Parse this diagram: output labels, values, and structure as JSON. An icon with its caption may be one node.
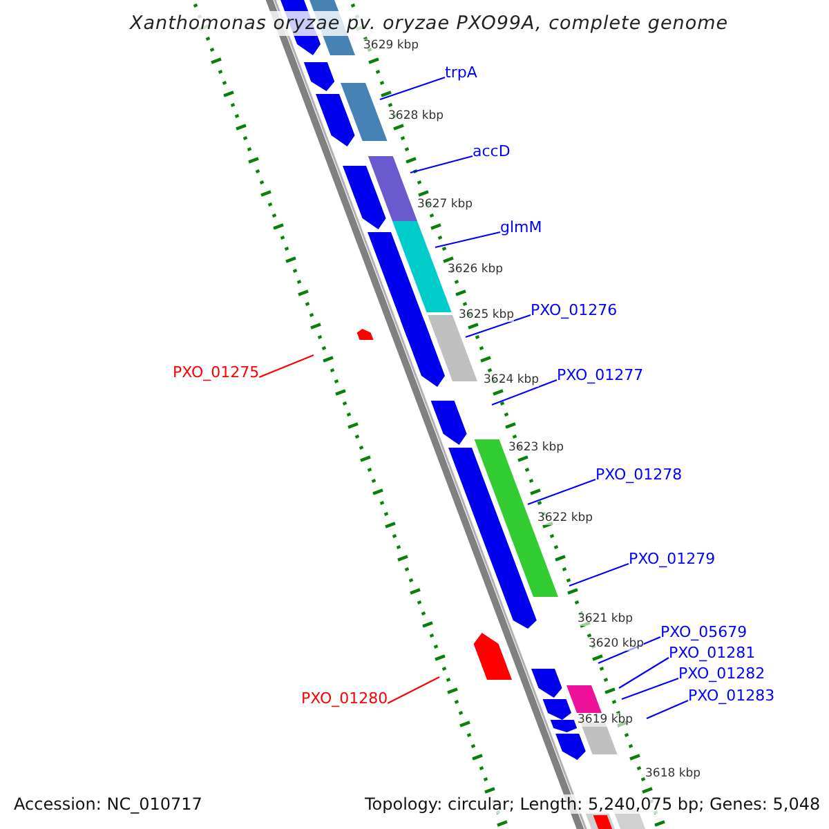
{
  "diagram": {
    "title": "Xanthomonas oryzae pv. oryzae PXO99A, complete genome",
    "nodes": [
      {
        "text": [
          "trpA"
        ]
      },
      {
        "text": [
          "accD"
        ]
      },
      {
        "text": [
          "glmM"
        ]
      },
      {
        "text": [
          "PXO_01276"
        ]
      },
      {
        "text": [
          "PXO_01275"
        ]
      },
      {
        "text": [
          "PXO_01277"
        ]
      },
      {
        "text": [
          "PXO_01278"
        ]
      },
      {
        "text": [
          "PXO_01279"
        ]
      },
      {
        "text": [
          "PXO_05679"
        ]
      },
      {
        "text": [
          "PXO_01281"
        ]
      },
      {
        "text": [
          "PXO_01282"
        ]
      },
      {
        "text": [
          "PXO_01283"
        ]
      },
      {
        "text": [
          "PXO_01280"
        ]
      }
    ],
    "edges": [
      {
        "from": 0,
        "to": null,
        "arrow": "none"
      },
      {
        "from": 1,
        "to": null,
        "arrow": "none"
      },
      {
        "from": 2,
        "to": null,
        "arrow": "none"
      },
      {
        "from": 3,
        "to": null,
        "arrow": "none"
      },
      {
        "from": 4,
        "to": null,
        "arrow": "none",
        "color": "#ff0000"
      },
      {
        "from": 5,
        "to": null,
        "arrow": "none"
      },
      {
        "from": 6,
        "to": null,
        "arrow": "none"
      },
      {
        "from": 7,
        "to": null,
        "arrow": "none"
      },
      {
        "from": 8,
        "to": null,
        "arrow": "none"
      },
      {
        "from": 9,
        "to": null,
        "arrow": "none"
      },
      {
        "from": 10,
        "to": null,
        "arrow": "none"
      },
      {
        "from": 11,
        "to": null,
        "arrow": "none"
      },
      {
        "from": 12,
        "to": null,
        "arrow": "none",
        "color": "#ff0000"
      }
    ],
    "labels": [
      "3629 kbp",
      "3628 kbp",
      "3627 kbp",
      "3626 kbp",
      "3625 kbp",
      "3624 kbp",
      "3623 kbp",
      "3622 kbp",
      "3621 kbp",
      "3620 kbp",
      "3619 kbp",
      "3618 kbp",
      "Accession: NC_010717",
      "Topology: circular; Length: 5,240,075 bp; Genes: 5,048"
    ]
  }
}
